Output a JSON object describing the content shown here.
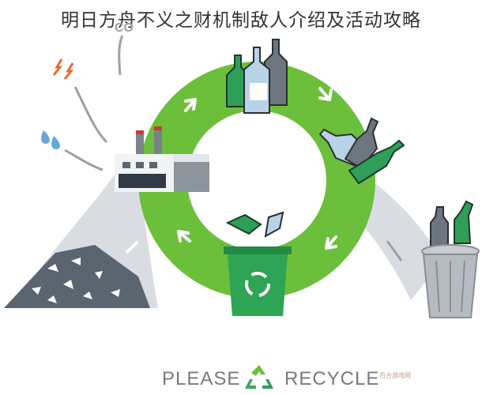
{
  "title": "明日方舟不义之财机制敌人介绍及活动攻略",
  "footer": {
    "left_text": "PLEASE",
    "right_text": "RECYCLE",
    "logo_icon": "recycle-icon"
  },
  "labels": {
    "co2": "CO"
  },
  "watermark": "百合游戏网",
  "colors": {
    "ring_green": "#6cbf3a",
    "arrow_gray": "#c9cdd2",
    "bottle_green": "#2e9e58",
    "bottle_gray": "#6e767d",
    "bottle_blue": "#b8d2e8",
    "bin_green": "#2ea454",
    "bin_gray": "#9aa0a6"
  }
}
